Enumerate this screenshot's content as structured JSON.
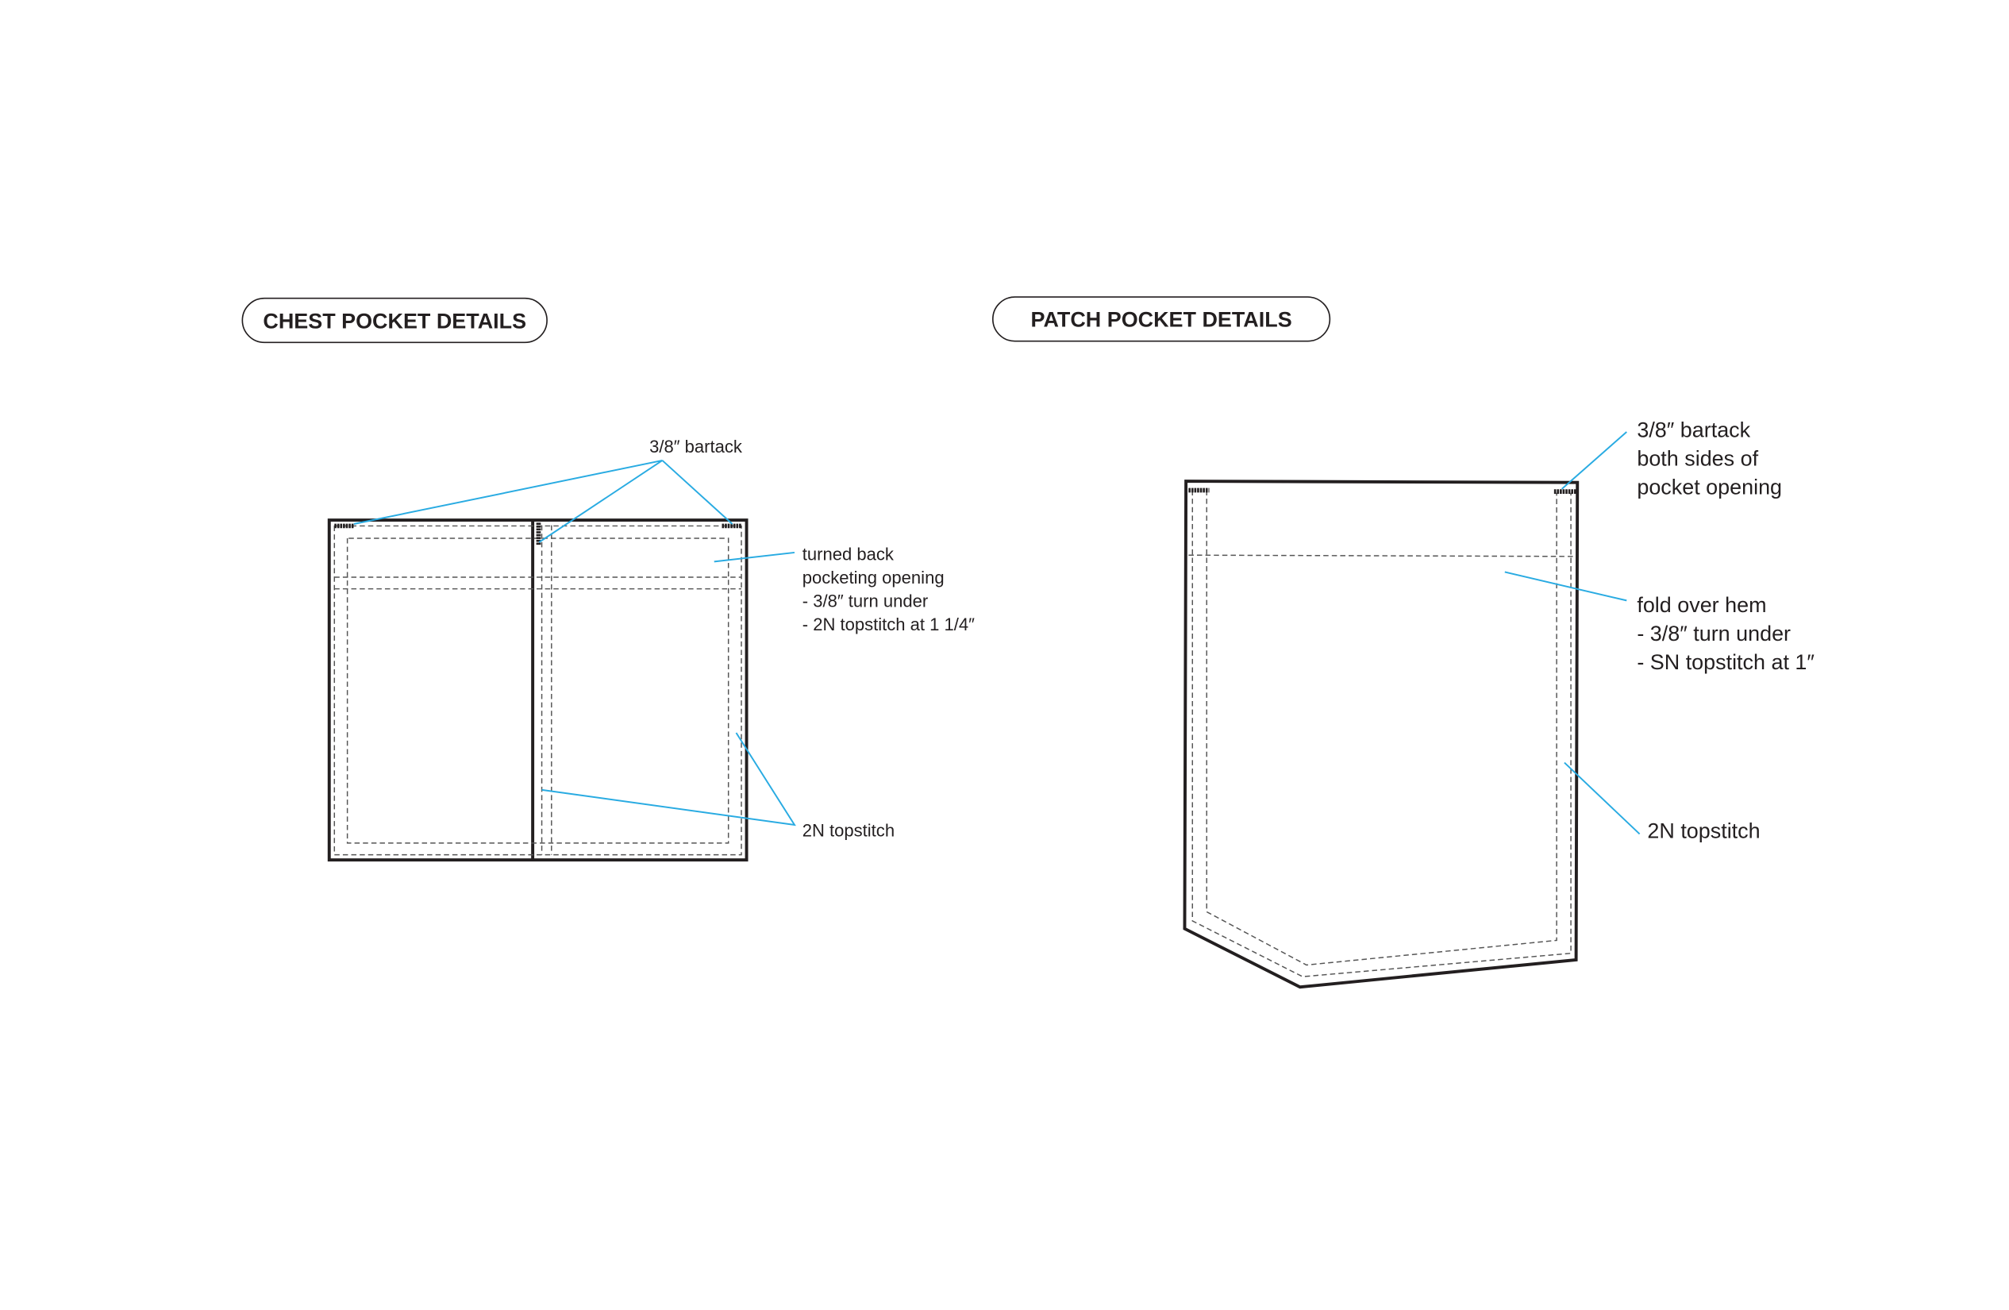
{
  "chest": {
    "title": "CHEST POCKET DETAILS",
    "bartack": "3/8″ bartack",
    "opening": [
      "turned back",
      "pocketing opening",
      "- 3/8″ turn under",
      "- 2N topstitch at 1 1/4″"
    ],
    "topstitch": "2N topstitch"
  },
  "patch": {
    "title": "PATCH POCKET DETAILS",
    "bartack": [
      "3/8″ bartack",
      "both sides of",
      "pocket opening"
    ],
    "hem": [
      "fold over hem",
      "- 3/8″ turn under",
      "- SN topstitch at 1″"
    ],
    "topstitch": "2N topstitch"
  },
  "colors": {
    "leader": "#29abe2",
    "line": "#231f20"
  }
}
